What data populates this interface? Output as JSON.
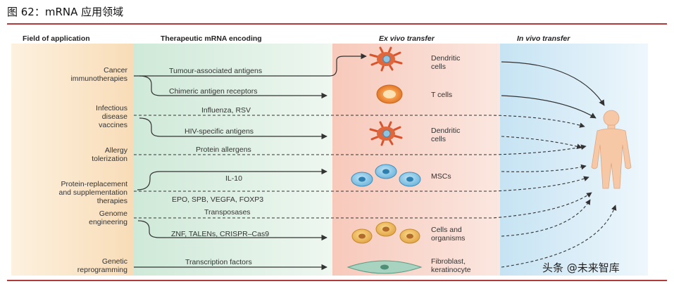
{
  "figure": {
    "title": "图 62：mRNA 应用领域"
  },
  "headers": {
    "field": "Field of application",
    "encoding": "Therapeutic mRNA encoding",
    "ex_vivo": "Ex vivo transfer",
    "in_vivo": "In vivo transfer"
  },
  "fields": [
    {
      "lines": [
        "Cancer",
        "immunotherapies"
      ]
    },
    {
      "lines": [
        "Infectious",
        "disease",
        "vaccines"
      ]
    },
    {
      "lines": [
        "Allergy",
        "tolerization"
      ]
    },
    {
      "lines": [
        "Protein-replacement",
        "and supplementation",
        "therapies"
      ]
    },
    {
      "lines": [
        "Genome",
        "engineering"
      ]
    },
    {
      "lines": [
        "Genetic",
        "reprogramming"
      ]
    }
  ],
  "encodings": [
    "Tumour-associated antigens",
    "Chimeric antigen receptors",
    "Influenza, RSV",
    "HIV-specific antigens",
    "Protein allergens",
    "IL-10",
    "EPO, SPB, VEGFA, FOXP3",
    "Transposases",
    "ZNF, TALENs, CRISPR–Cas9",
    "Transcription factors"
  ],
  "cells": [
    {
      "lines": [
        "Dendritic",
        "cells"
      ]
    },
    {
      "lines": [
        "T cells"
      ]
    },
    {
      "lines": [
        "Dendritic",
        "cells"
      ]
    },
    {
      "lines": [
        "MSCs"
      ]
    },
    {
      "lines": [
        "Cells and",
        "organisms"
      ]
    },
    {
      "lines": [
        "Fibroblast,",
        "keratinocyte"
      ]
    }
  ],
  "watermark": "头条 @未来智库",
  "colors": {
    "rule": "#b23a3a",
    "field_bg": "#fbe8cf",
    "encoding_bg": "#dcefe2",
    "ex_vivo_bg": "#fadad1",
    "in_vivo_bg": "#d9ecf6",
    "arrow": "#333333",
    "body": "#f8cfae"
  }
}
